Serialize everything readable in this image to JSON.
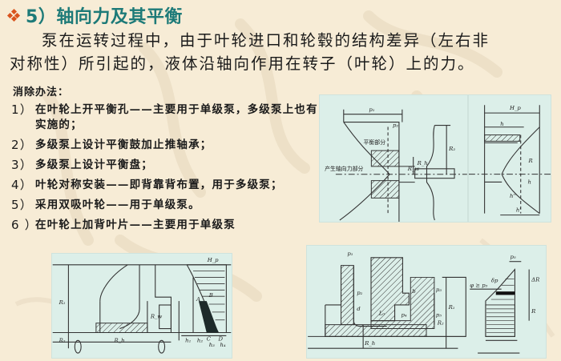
{
  "slide": {
    "title": {
      "number": "5）",
      "text": "轴向力及其平衡",
      "bullet_icon": "diamond-cluster-icon",
      "color": "#1d7a78",
      "bullet_color": "#d9541e"
    },
    "intro": {
      "line1": "泵在运转过程中，由于叶轮进口和轮毂的结构差异（左右非",
      "line2": "对称性）所引起的，液体沿轴向作用在转子（叶轮）上的力。"
    },
    "methods_label": "消除办法：",
    "methods": [
      {
        "num": "1）",
        "text": "在叶轮上开平衡孔——主要用于单级泵，多级泵上也有实施的；"
      },
      {
        "num": "2）",
        "text": "多级泵上设计平衡鼓加止推轴承；"
      },
      {
        "num": "3）",
        "text": "多级泵上设计平衡盘；"
      },
      {
        "num": "4）",
        "text": "叶轮对称安装——即背靠背布置，用于多级泵；"
      },
      {
        "num": "5）",
        "text": "采用双吸叶轮——用于单级泵。"
      },
      {
        "num": "6 ）",
        "text": "在叶轮上加背叶片——主要用于单级泵"
      }
    ]
  },
  "diagrams": {
    "balance_hole": {
      "labels": {
        "p1": "p₁",
        "p2": "p₂",
        "balance_part": "平衡部分",
        "axial_force_part": "产生轴向力部分",
        "rw": "R_w",
        "rh": "R_h",
        "r2": "R₂"
      }
    },
    "back_vane_profile": {
      "labels": {
        "hp": "H_p",
        "h": "h",
        "h_prime": "h'",
        "h_dprime": "h''",
        "r": "R"
      }
    },
    "balance_drum": {
      "labels": {
        "h": "H_p",
        "a": "A",
        "b": "B",
        "c": "C",
        "d": "D",
        "r1": "R₁",
        "rw": "R_w",
        "rh": "R_h",
        "r2": "R₂",
        "h1": "h₁",
        "h2": "h₂",
        "h3": "h₃",
        "h4": "h₄"
      }
    },
    "balance_disc": {
      "labels": {
        "p1": "p₁",
        "p2": "p₂",
        "p3": "p₃",
        "p4": "p₄",
        "p5": "p₅",
        "b": "b",
        "l0": "L₀",
        "d": "d",
        "r1": "R₁",
        "r2": "R₂",
        "rh": "R_h",
        "dr": "ΔR",
        "dp": "δp",
        "phi": "φ ≥ p₃",
        "r": "R",
        "p5b": "p₅"
      }
    }
  }
}
